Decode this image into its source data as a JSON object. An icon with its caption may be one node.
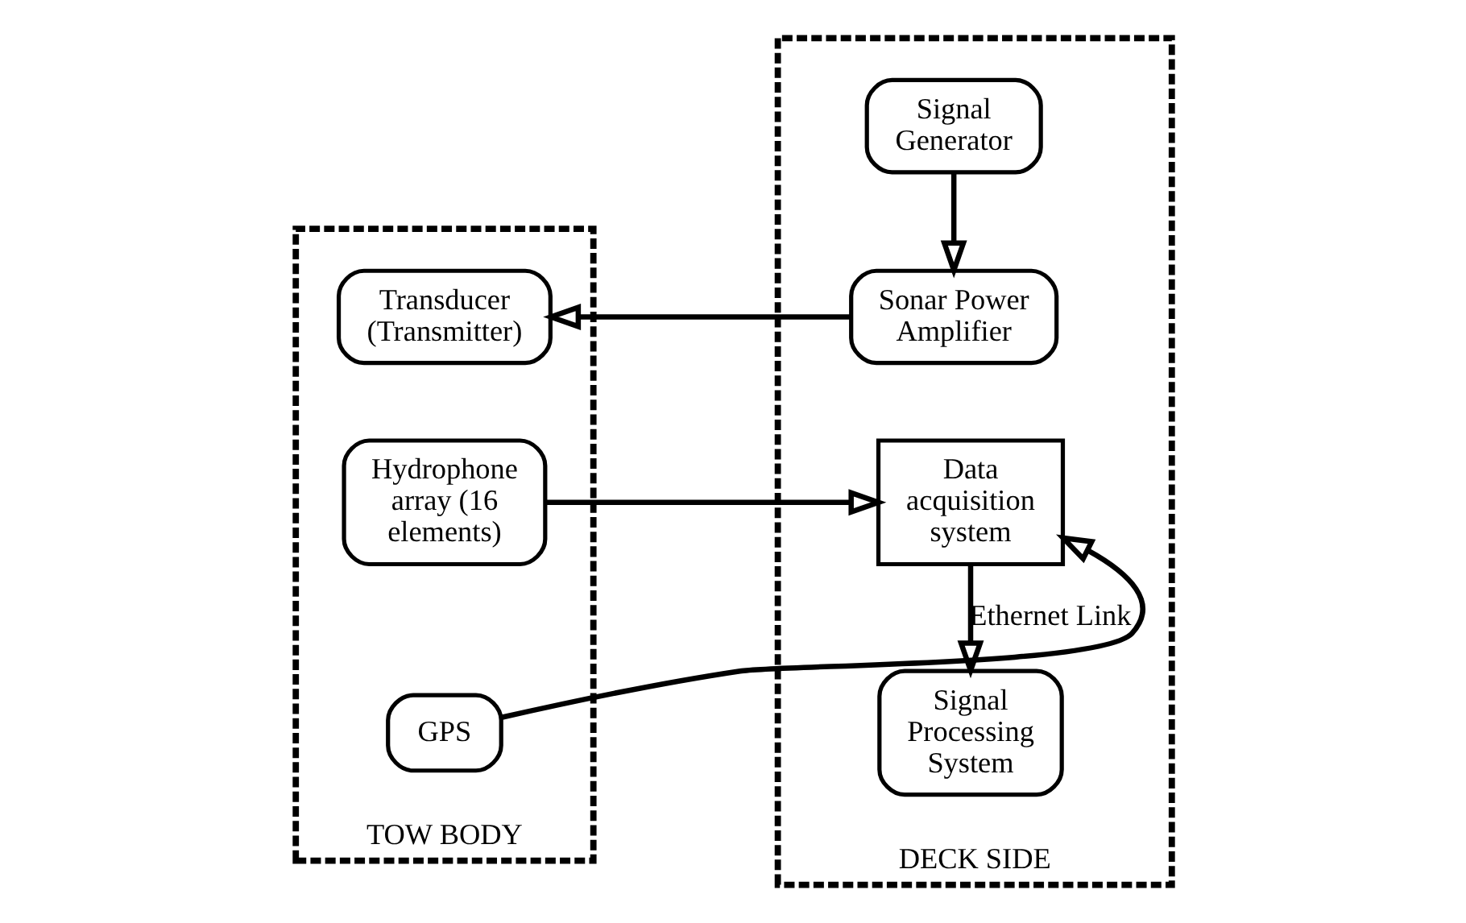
{
  "diagram": {
    "nodes": [
      {
        "text": [
          "TOW BODY"
        ]
      },
      {
        "text": [
          "DECK SIDE"
        ]
      },
      {
        "text": [
          "Transducer (Transmitter)"
        ],
        "in": 0
      },
      {
        "text": [
          "Hydrophone array (16 elements)"
        ],
        "in": 0
      },
      {
        "text": [
          "GPS"
        ],
        "in": 0
      },
      {
        "text": [
          "Signal Generator"
        ],
        "in": 1
      },
      {
        "text": [
          "Sonar Power Amplifier"
        ],
        "in": 1
      },
      {
        "text": [
          "Data acquisition system"
        ],
        "in": 1
      },
      {
        "text": [
          "Signal Processing System"
        ],
        "in": 1
      }
    ],
    "edges": [
      {
        "from": 5,
        "to": 6,
        "arrow": "to"
      },
      {
        "from": 6,
        "to": 2,
        "arrow": "to"
      },
      {
        "from": 3,
        "to": 7,
        "arrow": "to"
      },
      {
        "from": 4,
        "to": 7,
        "arrow": "to"
      },
      {
        "from": 7,
        "to": 8,
        "arrow": "to",
        "label": "Ethernet Link"
      }
    ]
  }
}
